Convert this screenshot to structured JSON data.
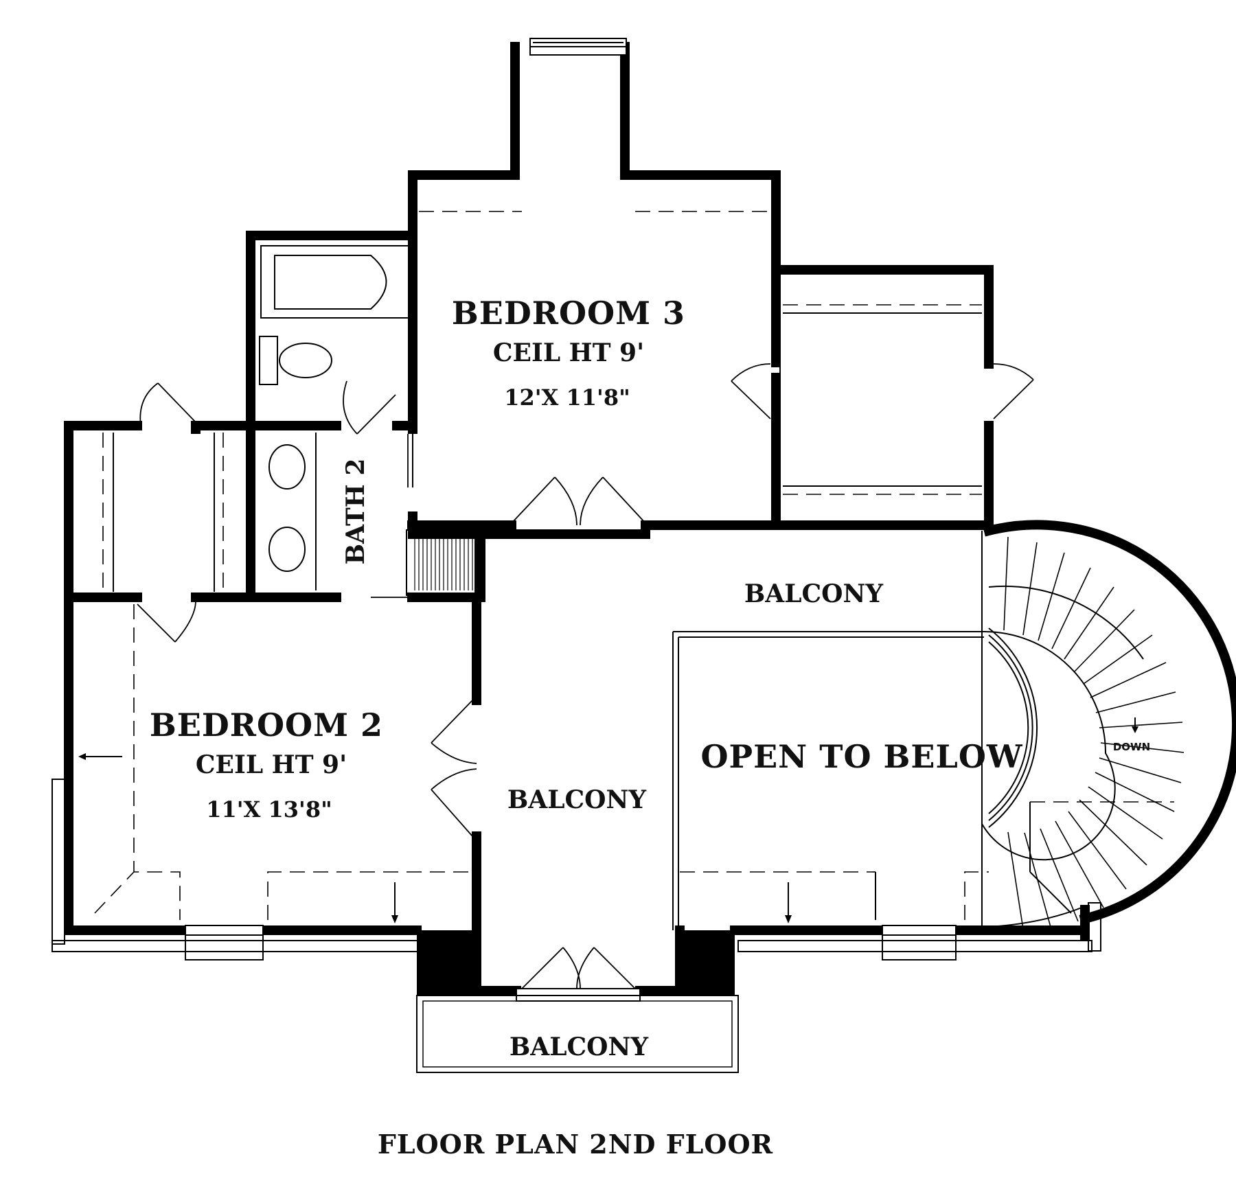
{
  "rooms": {
    "bedroom3": {
      "name": "BEDROOM 3",
      "ceiling": "CEIL HT 9'",
      "size": "12'X 11'8\""
    },
    "bedroom2": {
      "name": "BEDROOM 2",
      "ceiling": "CEIL HT 9'",
      "size": "11'X 13'8\""
    },
    "bath2": {
      "name": "BATH 2"
    },
    "balcony_upper": {
      "name": "BALCONY"
    },
    "balcony_middle": {
      "name": "BALCONY"
    },
    "balcony_lower": {
      "name": "BALCONY"
    },
    "open_to_below": {
      "name": "OPEN TO BELOW"
    }
  },
  "stair": {
    "direction": "DOWN"
  },
  "title": "FLOOR PLAN 2ND FLOOR"
}
